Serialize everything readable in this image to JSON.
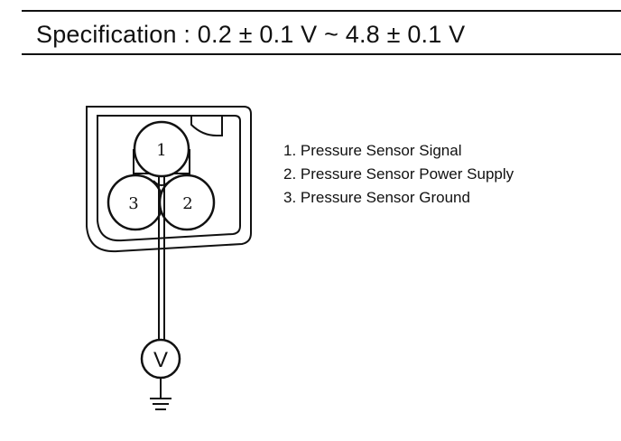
{
  "header": {
    "specification": "Specification :  0.2 ± 0.1 V ~ 4.8 ± 0.1 V"
  },
  "connector": {
    "pins": [
      {
        "number": "1"
      },
      {
        "number": "3"
      },
      {
        "number": "2"
      }
    ]
  },
  "meter": {
    "symbol": "V"
  },
  "legend": {
    "items": [
      "1. Pressure Sensor Signal",
      "2. Pressure Sensor Power Supply",
      "3. Pressure Sensor Ground"
    ]
  },
  "icons": {
    "ground": "ground-icon"
  }
}
